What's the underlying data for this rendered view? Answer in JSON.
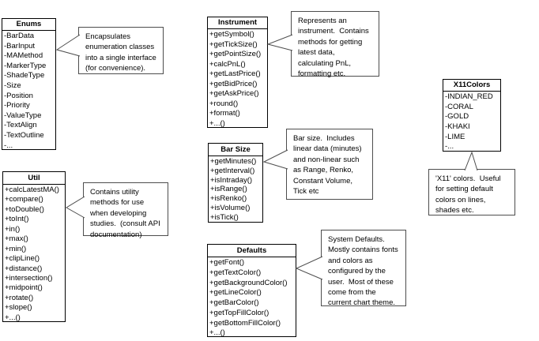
{
  "diagram": {
    "colors": {
      "background": "#ffffff",
      "class_border": "#000000",
      "note_border": "#4d4d4d",
      "text": "#000000"
    },
    "classes": [
      {
        "id": "enums",
        "title": "Enums",
        "members": [
          "-BarData",
          "-BarInput",
          "-MAMethod",
          "-MarkerType",
          "-ShadeType",
          "-Size",
          "-Position",
          "-Priority",
          "-ValueType",
          "-TextAlign",
          "-TextOutline",
          "-..."
        ]
      },
      {
        "id": "util",
        "title": "Util",
        "members": [
          "+calcLatestMA()",
          "+compare()",
          "+toDouble()",
          "+toInt()",
          "+in()",
          "+max()",
          "+min()",
          "+clipLine()",
          "+distance()",
          "+intersection()",
          "+midpoint()",
          "+rotate()",
          "+slope()",
          "+...()"
        ]
      },
      {
        "id": "instrument",
        "title": "Instrument",
        "members": [
          "+getSymbol()",
          "+getTickSize()",
          "+getPointSize()",
          "+calcPnL()",
          "+getLastPrice()",
          "+getBidPrice()",
          "+getAskPrice()",
          "+round()",
          "+format()",
          "+...()"
        ]
      },
      {
        "id": "barsize",
        "title": "Bar Size",
        "members": [
          "+getMinutes()",
          "+getInterval()",
          "+isIntraday()",
          "+isRange()",
          "+isRenko()",
          "+isVolume()",
          "+isTick()"
        ]
      },
      {
        "id": "defaults",
        "title": "Defaults",
        "members": [
          "+getFont()",
          "+getTextColor()",
          "+getBackgroundColor()",
          "+getLineColor()",
          "+getBarColor()",
          "+getTopFillColor()",
          "+getBottomFillColor()",
          "+...()"
        ]
      },
      {
        "id": "x11colors",
        "title": "X11Colors",
        "members": [
          "-INDIAN_RED",
          "-CORAL",
          "-GOLD",
          "-KHAKI",
          "-LIME",
          "-..."
        ]
      }
    ],
    "notes": {
      "enums": "Encapsulates\nenumeration classes\ninto a single interface\n(for convenience).",
      "util": "Contains utility\nmethods for use\nwhen developing\nstudies.  (consult API\ndocumentation)",
      "instrument": "Represents an\ninstrument.  Contains\nmethods for getting\nlatest data,\ncalculating PnL,\nformatting etc.",
      "barsize": "Bar size.  Includes\nlinear data (minutes)\nand non-linear such\nas Range, Renko,\nConstant Volume,\nTick etc",
      "defaults": "System Defaults.\nMostly contains fonts\nand colors as\nconfigured by the\nuser.  Most of these\ncome from the\ncurrent chart theme.",
      "x11colors": "'X11' colors.  Useful\nfor setting default\ncolors on lines,\nshades etc."
    }
  }
}
